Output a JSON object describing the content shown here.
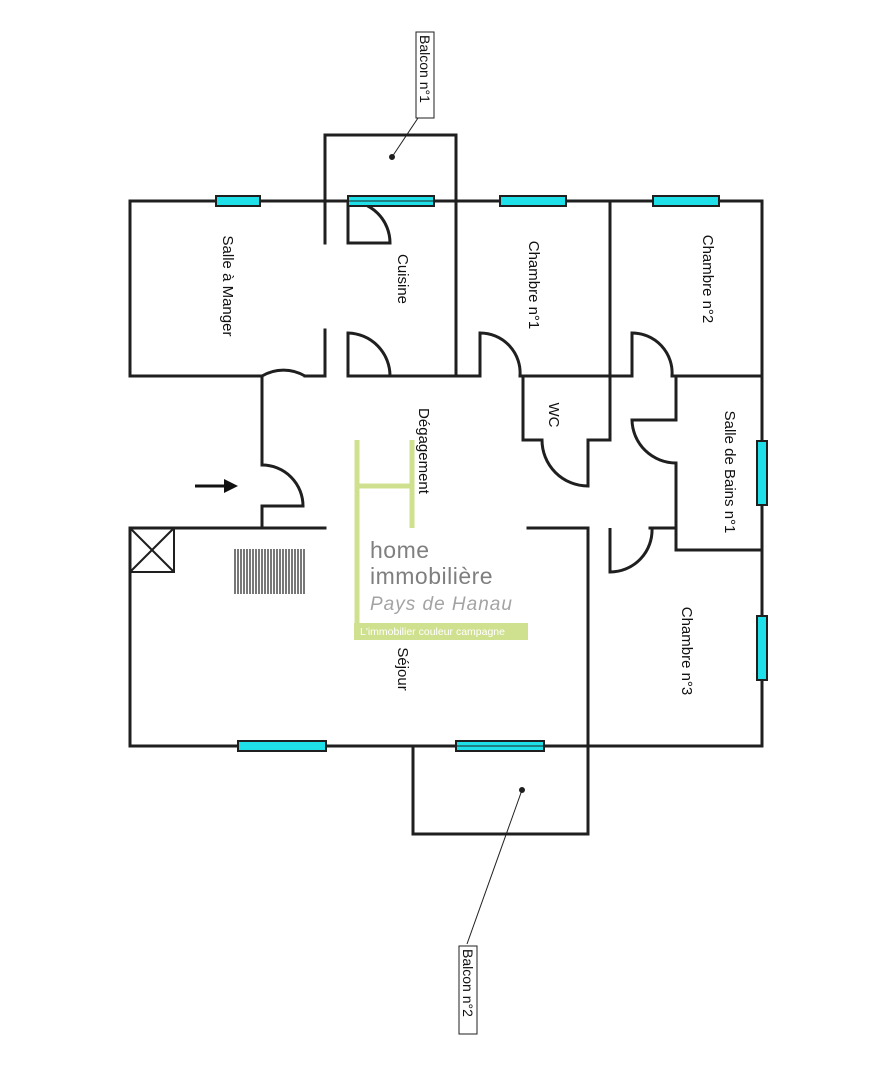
{
  "colors": {
    "wall": "#1f1f1f",
    "window": "#1fe0e8",
    "logo_green": "#cfe08f",
    "logo_text": "#7f7f7f"
  },
  "rooms": {
    "salle_a_manger": "Salle à Manger",
    "cuisine": "Cuisine",
    "chambre_1": "Chambre n°1",
    "chambre_2": "Chambre n°2",
    "degagement": "Dégagement",
    "wc": "WC",
    "salle_de_bains": "Salle de Bains n°1",
    "sejour": "Séjour",
    "chambre_3": "Chambre n°3"
  },
  "callouts": {
    "balcon_1": "Balcon n°1",
    "balcon_2": "Balcon n°2"
  },
  "logo": {
    "line1": "home",
    "line2": "immobilière",
    "line3": "Pays de Hanau",
    "tagline": "L'immobilier couleur campagne"
  },
  "icons": {
    "entrance": "entrance-arrow-icon",
    "chimney": "chimney-duct-icon",
    "stairs": "stairs-icon"
  }
}
